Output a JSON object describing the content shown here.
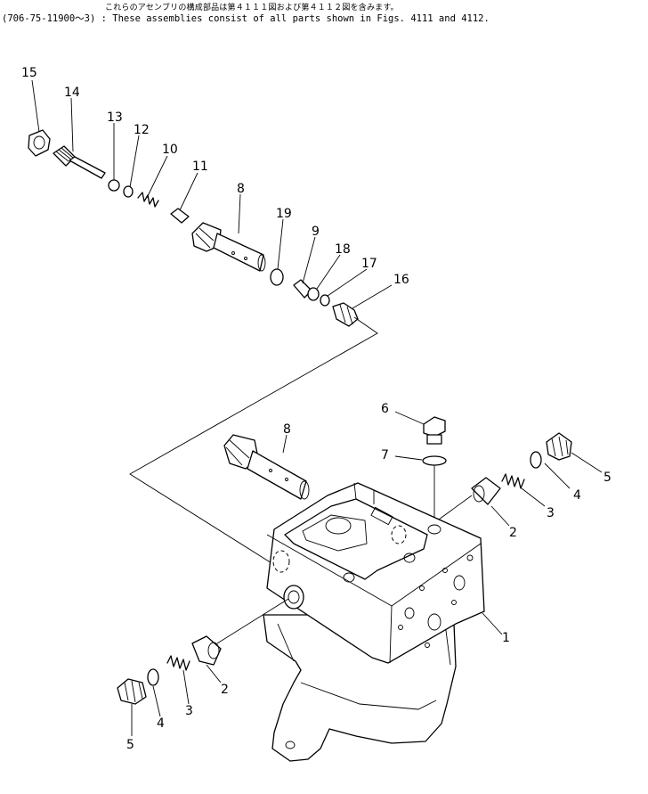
{
  "note": {
    "japanese": "これらのアセンブリの構成部品は第４１１１図および第４１１２図を含みます。",
    "english": "(706-75-11900～3) : These assemblies consist of all parts shown in Figs. 4111 and 4112."
  },
  "callouts": {
    "c1": "1",
    "c2a": "2",
    "c2b": "2",
    "c3a": "3",
    "c3b": "3",
    "c4a": "4",
    "c4b": "4",
    "c5a": "5",
    "c5b": "5",
    "c6": "6",
    "c7": "7",
    "c8a": "8",
    "c8b": "8",
    "c9": "9",
    "c10": "10",
    "c11": "11",
    "c12": "12",
    "c13": "13",
    "c14": "14",
    "c15": "15",
    "c16": "16",
    "c17": "17",
    "c18": "18",
    "c19": "19"
  }
}
